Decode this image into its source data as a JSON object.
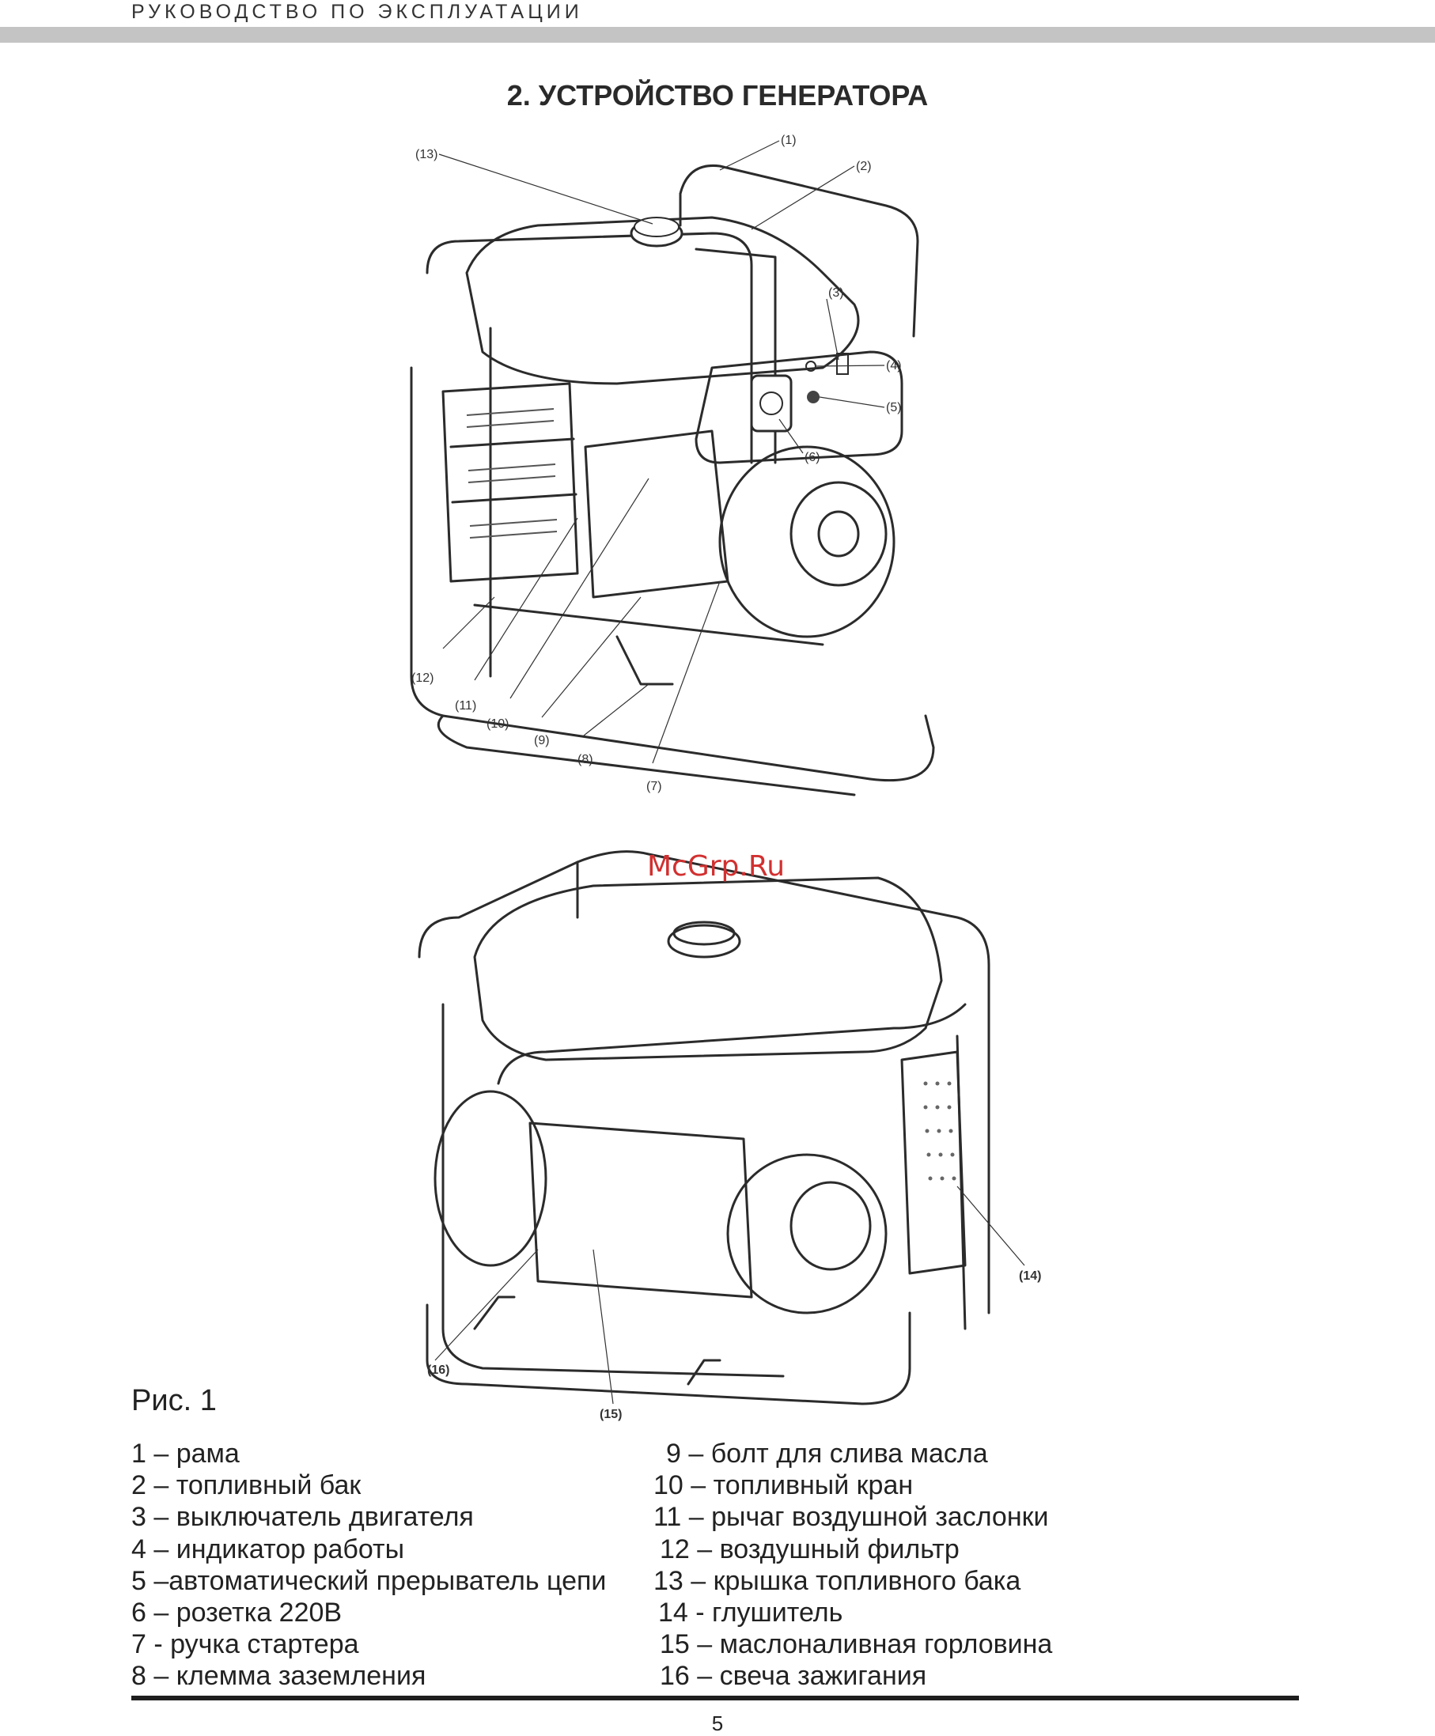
{
  "header": {
    "running_title": "РУКОВОДСТВО ПО ЭКСПЛУАТАЦИИ"
  },
  "section": {
    "title": "2. УСТРОЙСТВО ГЕНЕРАТОРА"
  },
  "figure_top": {
    "callouts": [
      "(1)",
      "(2)",
      "(3)",
      "(4)",
      "(5)",
      "(6)",
      "(7)",
      "(8)",
      "(9)",
      "(10)",
      "(11)",
      "(12)",
      "(13)"
    ]
  },
  "figure_bottom": {
    "callouts": [
      "(14)",
      "(15)",
      "(16)"
    ],
    "watermark": "McGrp.Ru"
  },
  "caption": "Рис. 1",
  "legend": {
    "left": [
      "1 – рама",
      "2 – топливный бак",
      "3 – выключатель двигателя",
      "4 – индикатор работы",
      "5 –автоматический прерыватель цепи",
      "6 – розетка 220В",
      "7 - ручка стартера",
      "8 – клемма заземления"
    ],
    "right": [
      "9 – болт для слива масла",
      "10 – топливный кран",
      "11 – рычаг воздушной заслонки",
      "12 – воздушный фильтр",
      "13 – крышка топливного бака",
      "14 - глушитель",
      "15 – маслоналивная горловина",
      "16 – свеча зажигания"
    ]
  },
  "page_number": "5"
}
